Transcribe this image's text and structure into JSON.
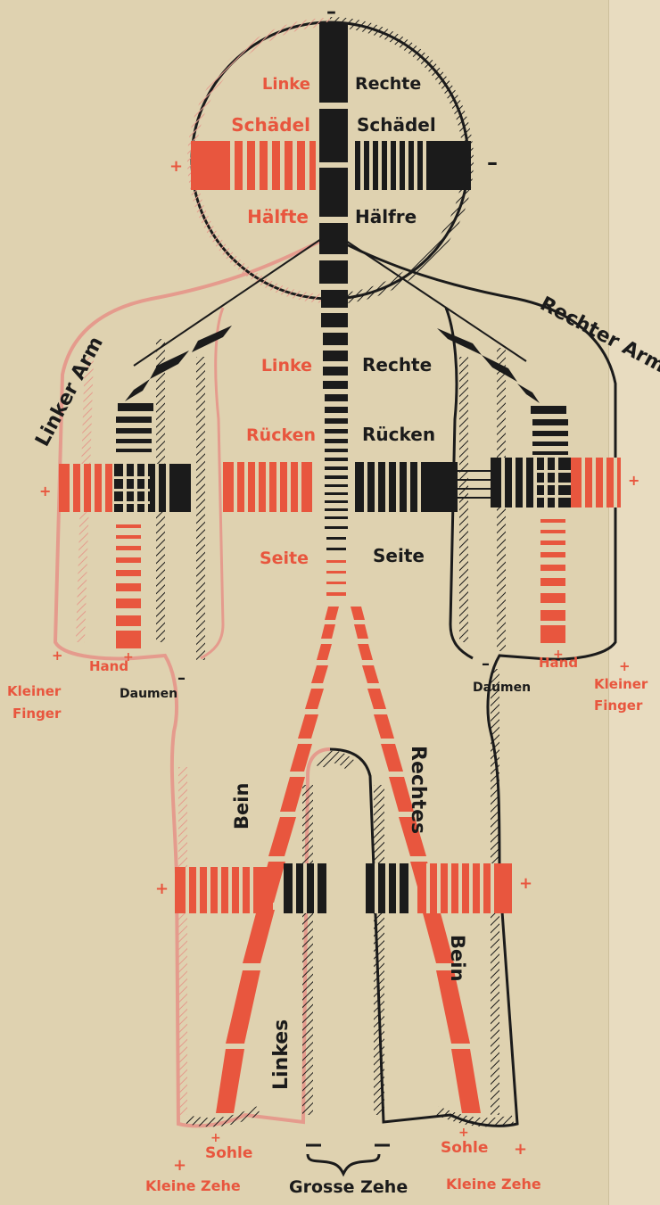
{
  "colors": {
    "paper": "#dfd2b0",
    "red": "#e8563e",
    "black": "#1b1b1b",
    "pink_outline": "#e59b8d"
  },
  "head": {
    "left_line1": "Linke",
    "right_line1": "Rechte",
    "left_line2": "Schädel",
    "right_line2": "Schädel",
    "left_line3": "Hälfte",
    "right_line3": "Hälfre"
  },
  "torso": {
    "left_line1": "Linke",
    "right_line1": "Rechte",
    "left_line2": "Rücken",
    "right_line2": "Rücken",
    "left_line3": "Seite",
    "right_line3": "Seite"
  },
  "arms": {
    "left": "Linker Arm",
    "right": "Rechter Arm"
  },
  "hands": {
    "hand_left": "Hand",
    "hand_right": "Hand",
    "thumb_left": "Daumen",
    "thumb_right": "Daumen",
    "little_finger_left_1": "Kleiner",
    "little_finger_left_2": "Finger",
    "little_finger_right_1": "Kleiner",
    "little_finger_right_2": "Finger"
  },
  "legs": {
    "left_leg_word1": "Bein",
    "left_leg_word2": "Linkes",
    "right_leg_word1": "Rechtes",
    "right_leg_word2": "Bein"
  },
  "feet": {
    "sole_left": "Sohle",
    "sole_right": "Sohle",
    "little_toe_left": "Kleine Zehe",
    "little_toe_right": "Kleine Zehe",
    "big_toe": "Grosse Zehe"
  },
  "signs": {
    "plus": "+",
    "minus": "–"
  }
}
